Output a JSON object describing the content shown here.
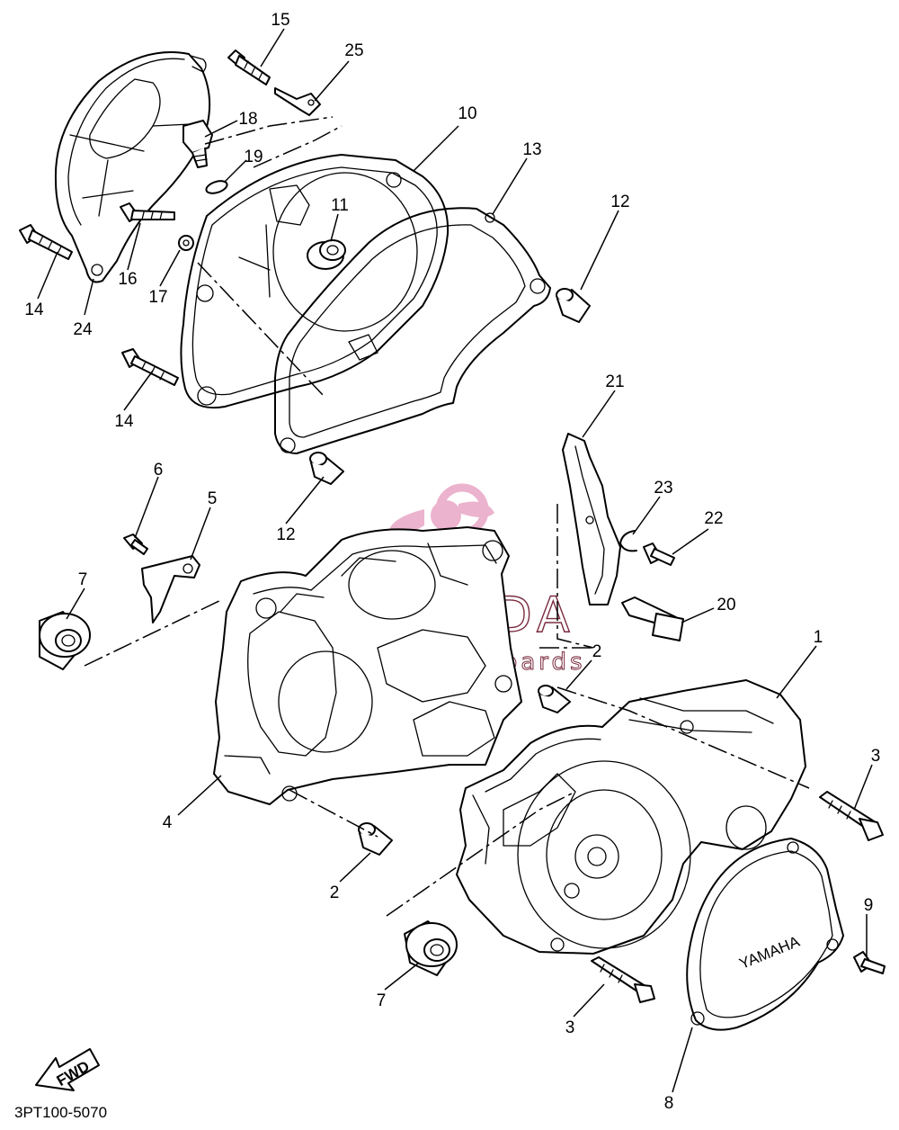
{
  "diagram": {
    "drawing_code": "3PT100-5070",
    "fwd_arrow_label": "FWD",
    "cover_brand_text": "YAMAHA",
    "part_numbers": {
      "p15": "15",
      "p25": "25",
      "p18": "18",
      "p10": "10",
      "p19": "19",
      "p13": "13",
      "p11": "11",
      "p12a": "12",
      "p14a": "14",
      "p16": "16",
      "p17": "17",
      "p24": "24",
      "p14b": "14",
      "p21": "21",
      "p6": "6",
      "p5": "5",
      "p23": "23",
      "p22": "22",
      "p12b": "12",
      "p7a": "7",
      "p20": "20",
      "p2a": "2",
      "p1": "1",
      "p3a": "3",
      "p4": "4",
      "p9": "9",
      "p2b": "2",
      "p7b": "7",
      "p3b": "3",
      "p8": "8"
    }
  },
  "watermark": {
    "title": "ARMADA",
    "subtitle": "marine outboards",
    "color": "#e8a6c6"
  }
}
